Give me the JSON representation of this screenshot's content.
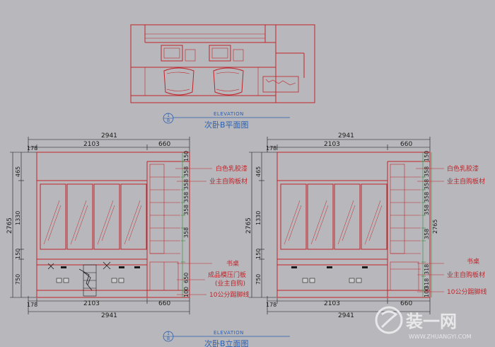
{
  "plan": {
    "elevation_label": "ELEVATION",
    "mark_top": "1",
    "mark_bottom": "B",
    "title": "次卧B平面图"
  },
  "elevation_left": {
    "dims_top": {
      "total": "2941",
      "left": "178",
      "mid": "2103",
      "right": "660"
    },
    "dims_bottom": {
      "total": "2941",
      "left": "178",
      "mid": "2103",
      "right": "660"
    },
    "dims_left_outer": "2765",
    "dims_left_inner": [
      "465",
      "1330",
      "150",
      "750"
    ],
    "dims_right_inner": [
      "150",
      "358",
      "358",
      "358",
      "358",
      "358",
      "650",
      "100"
    ],
    "labels": [
      "白色乳胶漆",
      "业主自购板材",
      "书桌",
      "成品模压门板",
      "(业主自购)",
      "10公分踢脚线"
    ]
  },
  "elevation_right": {
    "dims_top": {
      "total": "2941",
      "left": "178",
      "mid": "2103",
      "right": "660"
    },
    "dims_bottom": {
      "total": "2941",
      "left": "178",
      "mid": "2103",
      "right": "660"
    },
    "dims_left_outer": "2765",
    "dims_left_inner": [
      "465",
      "1330",
      "150",
      "750"
    ],
    "dims_right_inner": [
      "150",
      "358",
      "358",
      "358",
      "358",
      "358",
      "318",
      "318",
      "100"
    ],
    "dims_right_outer": "2765",
    "labels": [
      "白色乳胶漆",
      "业主自购板材",
      "书桌",
      "业主自购板材",
      "10公分踢脚线"
    ]
  },
  "bottom_caption": {
    "elevation_label": "ELEVATION",
    "mark_top": "1",
    "mark_bottom": "B",
    "title": "次卧B立面图"
  },
  "watermark": {
    "brand": "装一网",
    "url": "WWW.ZHUANGYI.COM"
  },
  "colors": {
    "background": "#b8b8bc",
    "linework": "#c0242a",
    "dimension": "#1a1a1a",
    "dimension_green": "#2e8b3a",
    "caption_blue": "#2a5fb0",
    "watermark": "#e8e8ea"
  }
}
